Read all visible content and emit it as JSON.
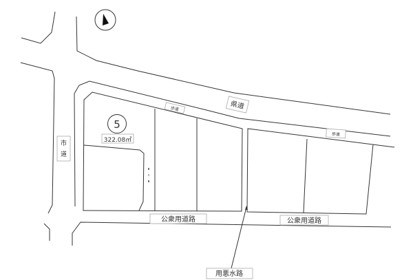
{
  "labels": {
    "prefectural_road": "県道",
    "city_road": "市道",
    "sidewalk_left": "歩道",
    "sidewalk_right": "歩道",
    "public_road_left": "公衆用道路",
    "public_road_right": "公衆用道路",
    "drainage_channel": "用悪水路"
  },
  "lot": {
    "number": "5",
    "area": "322.08㎡"
  },
  "compass": {
    "icon": "north-arrow-icon"
  }
}
